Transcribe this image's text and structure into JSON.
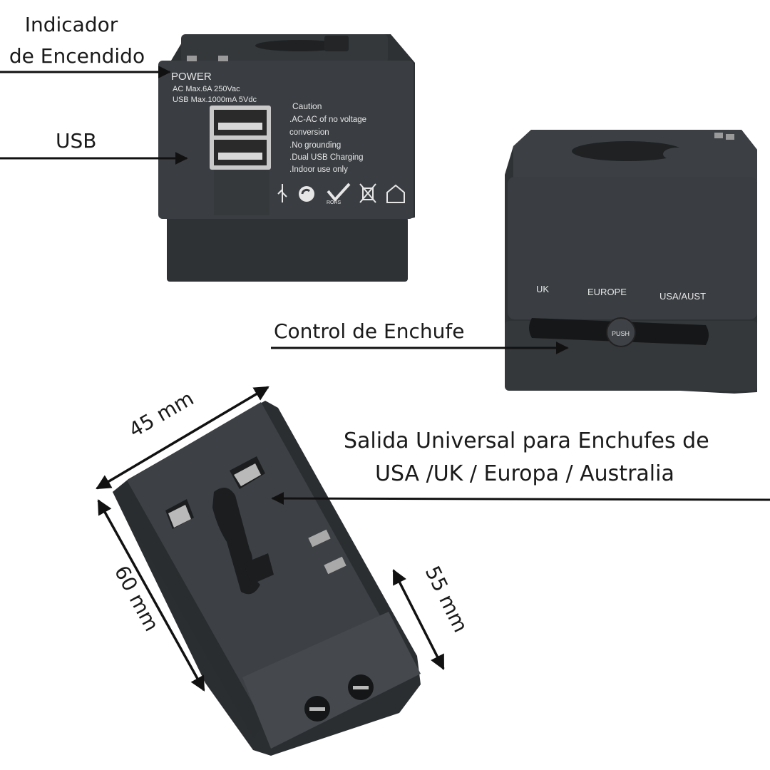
{
  "callouts": {
    "power_line1": "Indicador",
    "power_line2": "de Encendido",
    "usb": "USB",
    "plug_control": "Control de  Enchufe",
    "outlet_line1": "Salida Universal para Enchufes de",
    "outlet_line2": "USA /UK / Europa / Australia"
  },
  "dimensions": {
    "width": "45  mm",
    "height": "60 mm",
    "depth": "55 mm"
  },
  "device_print": {
    "power_title": "POWER",
    "ac_rating": "AC Max.6A 250Vac",
    "usb_rating": "USB Max.1000mA 5Vdc",
    "caution_title": "Caution",
    "caution_items": [
      ".AC-AC of no voltage",
      " conversion",
      ".No grounding",
      ".Dual USB Charging",
      ".Indoor use only"
    ],
    "rohs": "ROHS",
    "selector_uk": "UK",
    "selector_europe": "EUROPE",
    "selector_usa": "USA/AUST",
    "push": "PUSH"
  },
  "colors": {
    "body": "#3a3e42",
    "body_dark": "#2b2e31",
    "body_light": "#4a4e52",
    "socket": "#1c1d1f",
    "contact": "#b9b9b9",
    "arrow": "#111111"
  }
}
